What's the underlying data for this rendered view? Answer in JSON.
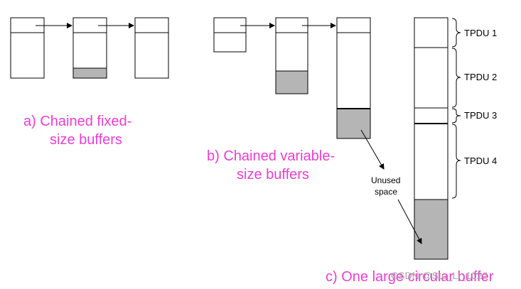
{
  "diagram": {
    "title": "Buffer management schemes",
    "colors": {
      "caption": "#e83ed0",
      "shade": "#b5b5b5",
      "stroke": "#000000",
      "watermark": "#9a9a9a"
    },
    "panel_a": {
      "caption_line1": "a) Chained fixed-",
      "caption_line2": "size buffers"
    },
    "panel_b": {
      "caption_line1": "b) Chained variable-",
      "caption_line2": "size buffers"
    },
    "panel_c": {
      "caption": "c) One large circular buffer",
      "tpdu_labels": [
        "TPDU 1",
        "TPDU 2",
        "TPDU 3",
        "TPDU 4"
      ],
      "unused_label_line1": "Unused",
      "unused_label_line2": "space"
    },
    "watermark": "CSDN @Stu_Li_1022"
  }
}
